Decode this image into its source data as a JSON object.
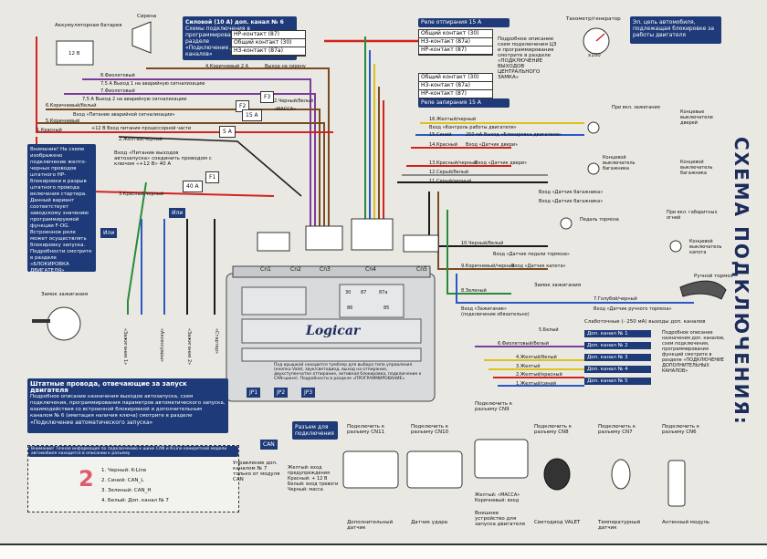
{
  "title": "СХЕМА ПОДКЛЮЧЕНИЯ:",
  "brand": "Logicar",
  "components": {
    "battery": "Аккумуляторная батарея",
    "battery_v": "12 В",
    "siren": "Сирена",
    "tacho": "Тахометр/генератор",
    "tacho_speed": "x100",
    "ignition_lock": "Замок зажигания",
    "hand_brake": "Ручной тормоз",
    "ignition_switch": "Замок зажигания"
  },
  "power_box": {
    "title": "Силовой (10 А) доп. канал № 6",
    "text": "Схемы подключения в программировании смотрите в разделе",
    "link": "«Подключение дополнительных каналов»"
  },
  "lock_box": {
    "title": "Реле отпирания 15 А",
    "rows": [
      "Общий контакт (30)",
      "НЗ-контакт (87а)",
      "НР-контакт (87)"
    ],
    "text": "Подробное описание схем подключения ЦЗ и программирования смотрите в разделе",
    "link": "«ПОДКЛЮЧЕНИЕ ВЫХОДОВ ЦЕНТРАЛЬНОГО ЗАМКА»",
    "title2": "Реле запирания 15 А",
    "rows2": [
      "Общий контакт (30)",
      "НЗ-контакт (87а)",
      "НР-контакт (87)"
    ]
  },
  "relay_left": {
    "rows": [
      "НР-контакт (87)",
      "Общий контакт (30)",
      "НЗ-контакт (87а)"
    ]
  },
  "engine_block_box": "Эл. цепь автомобиля, подлежащая блокировке за работы двигателя",
  "warning_box": "Внимание! На схеме изображено подключение желто-черных проводов штатного НР-блокировки в разрыв штатного провода включения стартера. Данный вариант соответствует заводскому значению программируемой функции F-OG. Встроенное реле может осуществлять блокировку запуска. Подробности смотрите в разделе «БЛОКИРОВКА ДВИГАТЕЛЯ»",
  "left_note": "Вход «Питание выходов автозапуска» соединить проводом с ключом «+12 В» 40 А",
  "std_wires": {
    "title": "Штатные провода, отвечающие за запуск двигателя",
    "text": "Подробное описание назначения выходов автозапуска, схем подключения, программирования параметров автоматического запуска, взаимодействия со встроенной блокировкой и дополнительным каналом № 6 (имитация наличия ключа) смотрите в разделе",
    "link": "«Подключение автоматического запуска»"
  },
  "can_box": {
    "note": "Внимание! Точная информация по подключению к шине CAN и K-Line конкретной модели автомобиля находится в описании к разъему",
    "wires": [
      "1. Черный: K-Line",
      "2. Синий: CAN_L",
      "3. Зеленый: CAN_H",
      "4. Белый: Доп. канал № 7"
    ],
    "badge_num": "2",
    "ctrl": "Управление доп. каналом № 7 только от модуля CAN",
    "can_label": "CAN"
  },
  "right_wires": [
    "16.Желтый/черный",
    "Вход «Контроль работы двигателя»",
    "15.Синий",
    "250 мА Выход «Блокировка двигателя»",
    "14.Красный",
    "Вход «Датчик двери»",
    "13.Красный/черный",
    "Вход «Датчик двери»",
    "12.Серый/белый",
    "11.Серый/черный",
    "10.Черный/белый",
    "Вход «Датчик педали тормоза»",
    "9.Коричневый/черный",
    "Вход «Датчик капота»",
    "8.Зеленый",
    "Вход «Зажигание» (подключение обязательно)",
    "7.Голубой/черный",
    "Вход «Датчик ручного тормоза»",
    "6.Фиолетовый/белый",
    "5.Белый",
    "4.Желтый/белый",
    "3.Желтый",
    "2.Желтый/красный",
    "1.Желтый/синий"
  ],
  "right_labels": {
    "ign_on": "При вкл. зажигания",
    "door_sw": "Концевые выключатели дверей",
    "trunk_sw": "Концевой выключатель багажника",
    "trunk_lock": "Концевой выключатель багажника",
    "brake": "Педаль тормоза",
    "dim": "При вкл. габаритных огней",
    "hood": "Концевой выключатель капота",
    "trunk_in": "Вход «Датчик багажника»",
    "hood_in": "Вход «Датчик багажника»"
  },
  "channels_box": {
    "title": "Слаботочные (- 250 мА) выходы доп. каналов",
    "items": [
      "Доп. канал № 1",
      "Доп. канал № 2",
      "Доп. канал № 3",
      "Доп. канал № 4",
      "Доп. канал № 5"
    ],
    "text": "Подробное описание назначения доп. каналов, схем подключения, программирования функций смотрите в разделе",
    "link": "«ПОДКЛЮЧЕНИЕ ДОПОЛНИТЕЛЬНЫХ КАНАЛОВ»"
  },
  "left_wires": [
    "8.Фиолетовый",
    "7,5 А Выход 1 на аварийную сигнализацию",
    "7.Фиолетовый",
    "7,5 А Выход 2 на аварийную сигнализацию",
    "6.Коричневый/белый",
    "Вход «Питание аварийной сигнализации»",
    "5.Коричневый",
    "+12 В Вход питания процессорной части",
    "4.Коричневый 2 А",
    "Выход на сирену",
    "1.Красный",
    "2.Черный/белый",
    "«МАССА»",
    "2.Желтый/черный",
    "3.Красный/черный"
  ],
  "mid_labels": {
    "ignition1": "«Зажигание 1»",
    "acc": "«Аксессуары»",
    "ignition2": "«Зажигание 2»",
    "starter": "«Стартер»",
    "ili": "Или",
    "ili2": "Или"
  },
  "connectors": [
    "Cn1",
    "Cn2",
    "Cn3",
    "Cn4",
    "Cn5"
  ],
  "center_box": "Под крышкой находится тумблер для выбора типа управления (кнопка Valet, звук/светодиод, выход на отпирание, двухступенчатое отпирание, активная блокировка, подключение к CAN-шине). Подробности в разделе «ПРОГРАММИРОВАНИЕ»",
  "jumpers": [
    "JP1",
    "JP2",
    "JP3"
  ],
  "jumper_caption": "Разъем для подключения",
  "bottom_modules": [
    {
      "title": "Подключить к разъему CN11",
      "caption": "Дополнительный датчик"
    },
    {
      "title": "Подключить к разъему CN10",
      "caption": "Датчик удара"
    },
    {
      "title": "Подключить к разъему CN9",
      "caption": "Внешнее устройство для запуска двигателя"
    },
    {
      "title": "Подключить к разъему CN8",
      "caption": "Светодиод VALET"
    },
    {
      "title": "Подключить к разъему CN7",
      "caption": "Температурный датчик"
    },
    {
      "title": "Подключить к разъему CN6",
      "caption": "Антенный модуль"
    }
  ],
  "cn11_wires": "Желтый: вход предупреждения Красный: + 12 В Белый: вход тревоги Черный: масса",
  "cn9_wires": "Желтый: «МАССА» Коричневый: вход",
  "key_labels": [
    "30",
    "87",
    "87а",
    "86",
    "85"
  ],
  "fuses": [
    "F1",
    "F2",
    "F3",
    "40 А",
    "15 А",
    "5 А"
  ],
  "chart_data": null,
  "colors": {
    "blue_box": "#1e3a78",
    "wire_red": "#d2231f",
    "wire_yellow": "#e0c21a",
    "wire_green": "#2a8a3a",
    "wire_brown": "#7a4a22",
    "wire_violet": "#7b3d9a",
    "wire_blue": "#2b58c4",
    "wire_black": "#1a1a1a",
    "wire_grey": "#8a8a8a"
  }
}
